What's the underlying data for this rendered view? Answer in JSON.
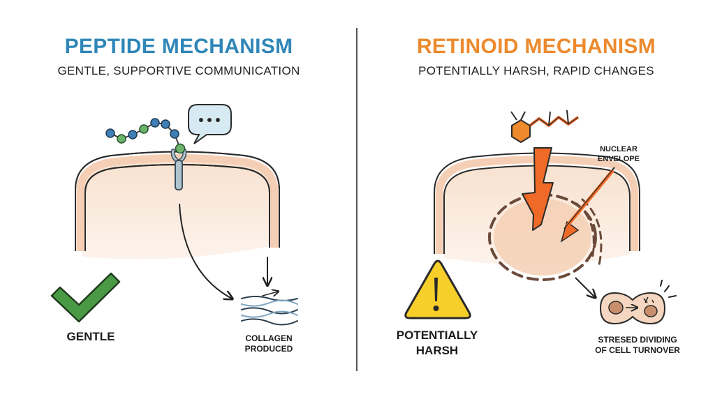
{
  "left_panel": {
    "title": "PEPTIDE MECHANISM",
    "subtitle": "GENTLE, SUPPORTIVE COMMUNICATION",
    "status_label": "GENTLE",
    "result_label_line1": "COLLAGEN",
    "result_label_line2": "PRODUCED"
  },
  "right_panel": {
    "title": "RETINOID MECHANISM",
    "subtitle": "POTENTIALLY HARSH, RAPID CHANGES",
    "nucleus_label_line1": "NUCLEAR",
    "nucleus_label_line2": "ENVELOPE",
    "status_label_line1": "POTENTIALLY",
    "status_label_line2": "HARSH",
    "result_label_line1": "STRESED DIVIDING",
    "result_label_line2": "OF CELL TURNOVER"
  },
  "colors": {
    "peptide_title": "#2f86b8",
    "retinoid_title": "#ec8a2d",
    "cell_fill": "#fbe9dc",
    "cell_outline": "#e9b898",
    "check_green": "#4a9a45",
    "warning_yellow": "#f6cf2b",
    "lightning_orange": "#ee6a26"
  }
}
